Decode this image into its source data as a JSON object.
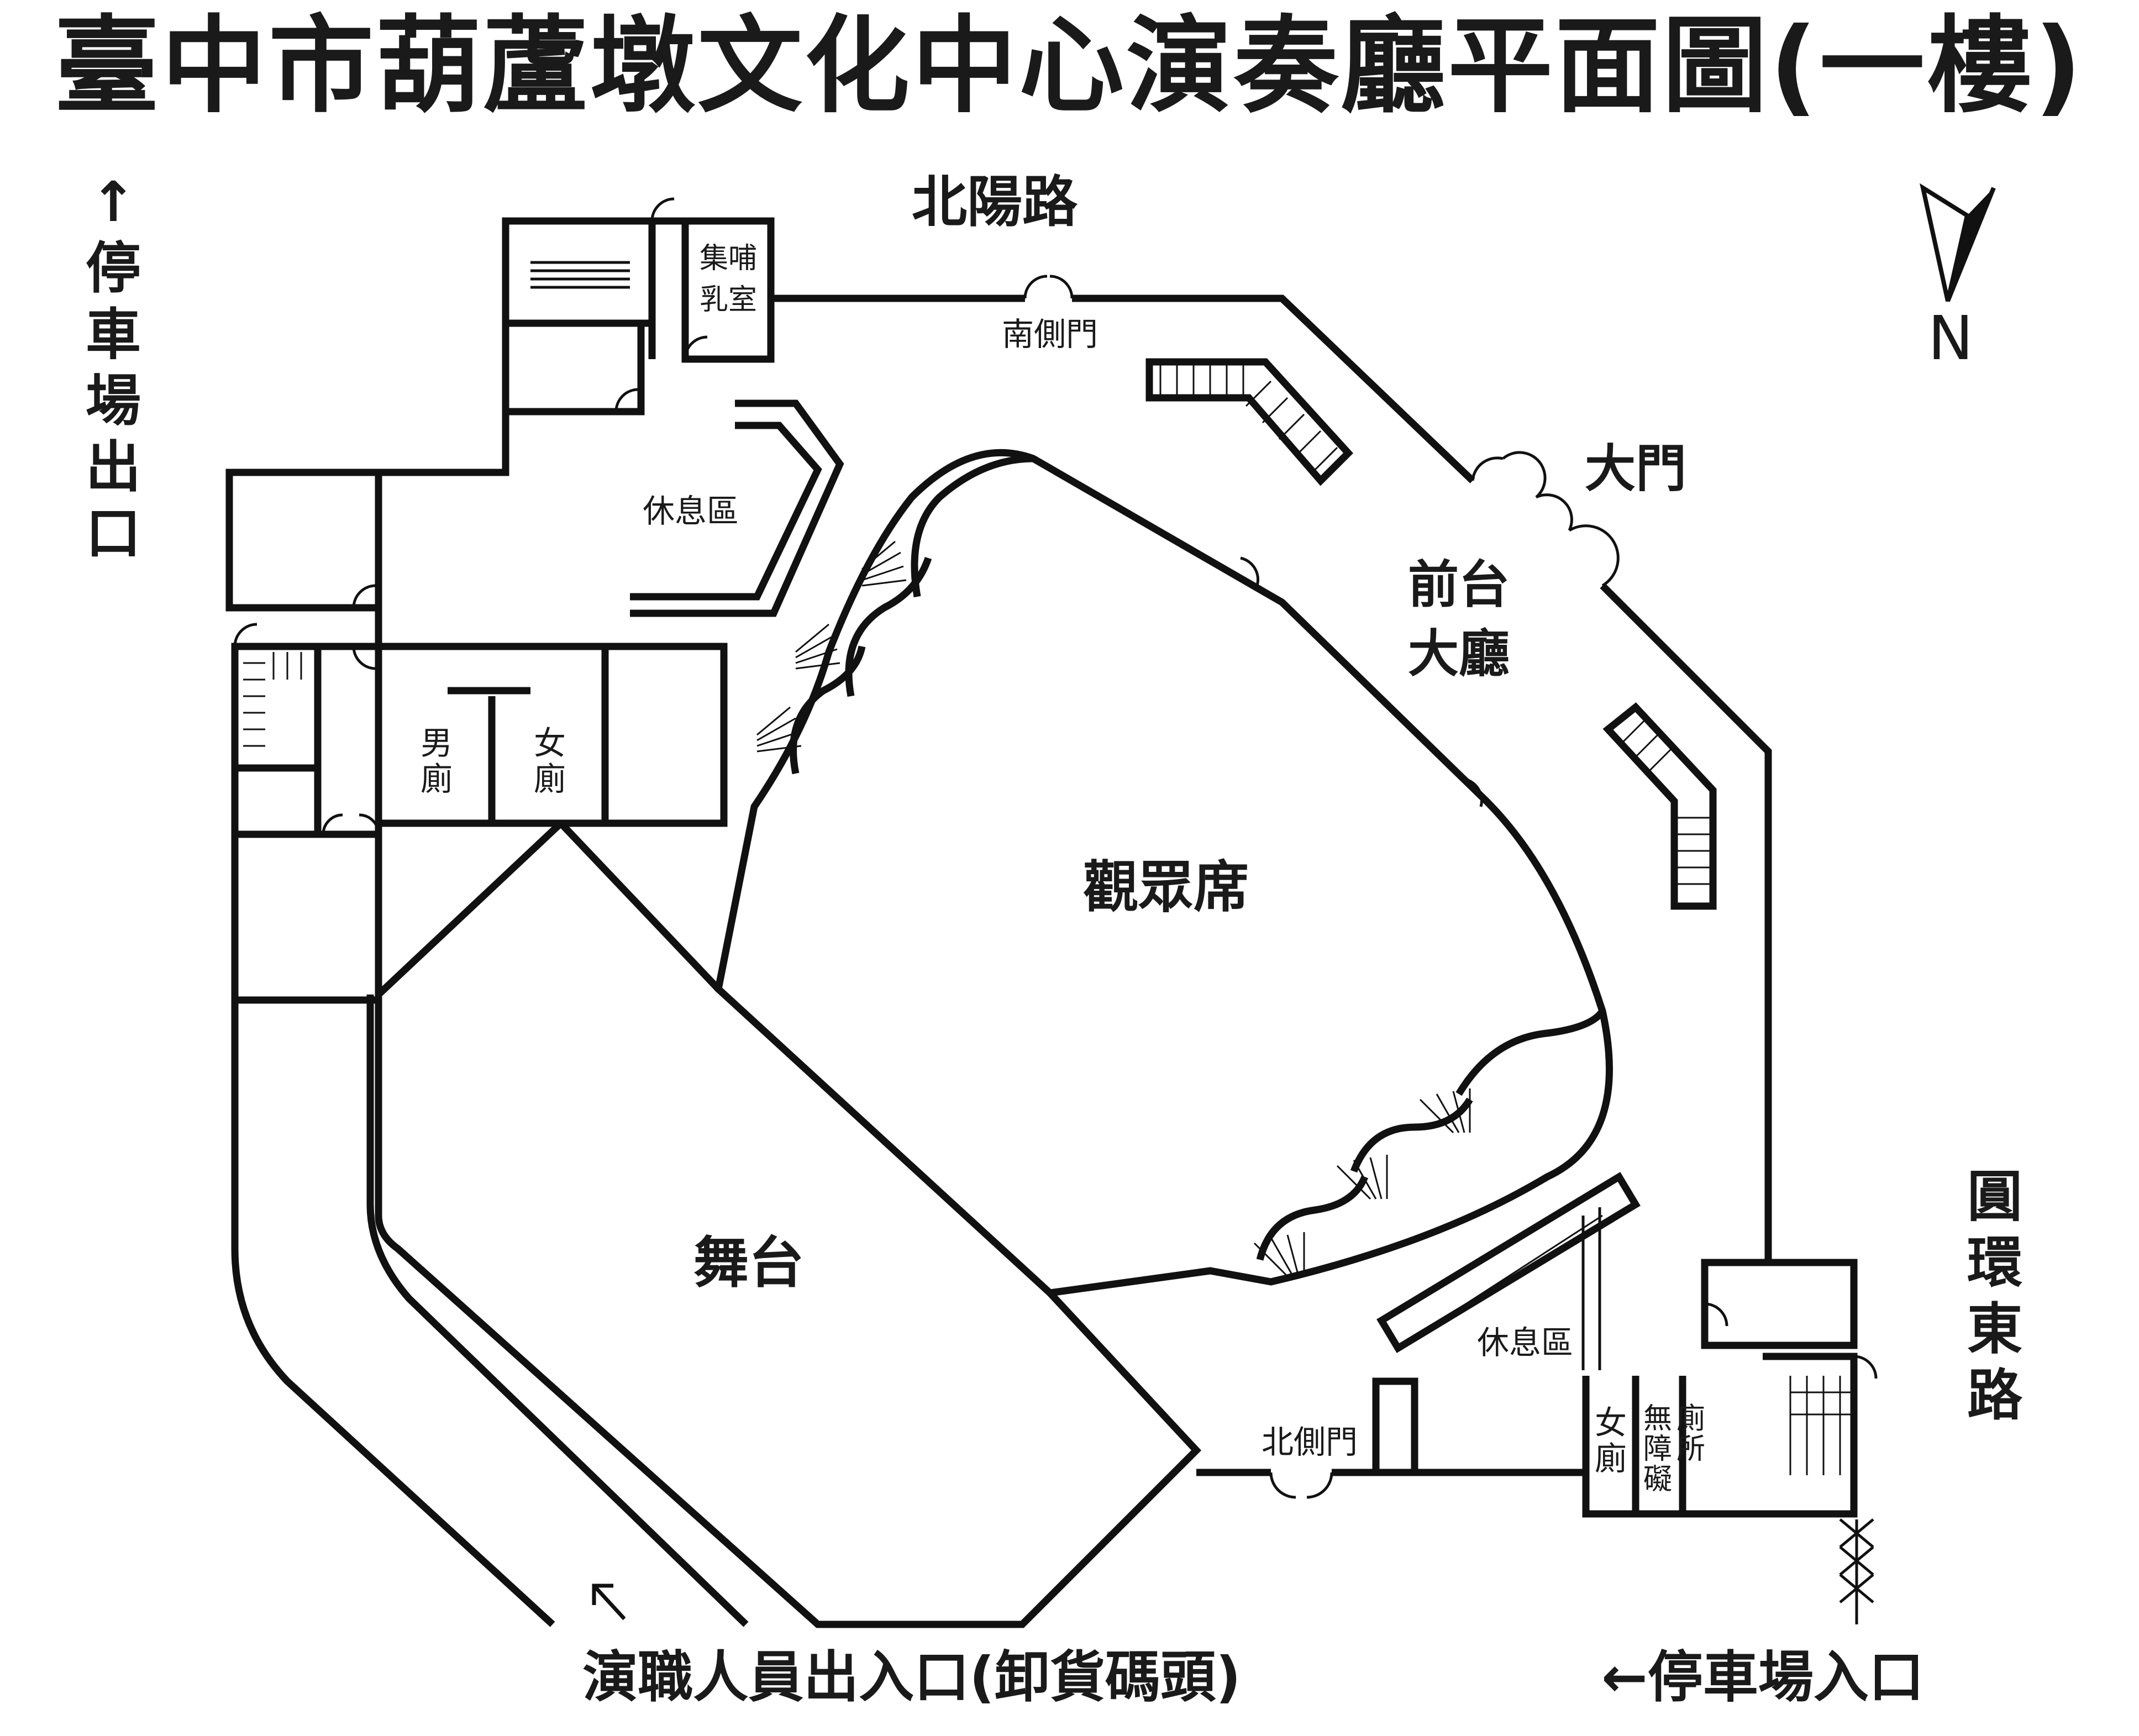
{
  "title": "臺中市葫蘆墩文化中心演奏廳平面圖(一樓)",
  "roads": {
    "north_road": "北陽路",
    "east_road": "圓環東路"
  },
  "compass": {
    "label": "N",
    "icon": "north-arrow-icon"
  },
  "areas": {
    "auditorium": "觀眾席",
    "stage": "舞台",
    "lobby_line1": "前台",
    "lobby_line2": "大廳",
    "main_gate": "大門",
    "south_side_door": "南側門",
    "north_side_door": "北側門",
    "lounge_north": "休息區",
    "lounge_south": "休息區",
    "nursing_room_line1": "集哺",
    "nursing_room_line2": "乳室",
    "mens_restroom": "男\n廁",
    "womens_restroom_west": "女\n廁",
    "womens_restroom_east": "女\n廁",
    "accessible_restroom_col1": "無障礙",
    "accessible_restroom_col2": "廁所"
  },
  "entrances": {
    "parking_exit": "↑停車場出口",
    "staff_entrance": "演職人員出入口(卸貨碼頭)",
    "parking_entrance": "←停車場入口"
  }
}
